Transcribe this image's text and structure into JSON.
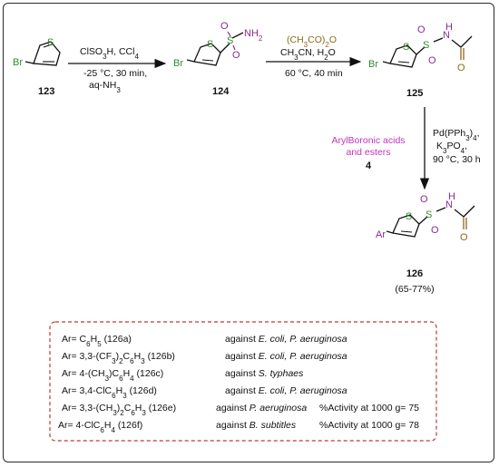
{
  "colors": {
    "bromine": "#2e8b2e",
    "sulfur": "#2e8b2e",
    "purple": "#8a2c8a",
    "oxygen_group": "#8b6a14",
    "magenta": "#c033c0",
    "border_dash": "#c0392b"
  },
  "compounds": {
    "c123": {
      "number": "123",
      "br": "Br",
      "s": "S"
    },
    "c124": {
      "number": "124",
      "br": "Br",
      "s": "S",
      "so2nh2": "NH"
    },
    "c125": {
      "number": "125",
      "br": "Br",
      "s": "S",
      "nh": "N",
      "h": "H",
      "o": "O"
    },
    "c126": {
      "number": "126",
      "ar": "Ar",
      "s": "S",
      "nh": "N",
      "h": "H",
      "o": "O",
      "yield": "(65-77%)"
    }
  },
  "step1": {
    "line1": "ClSO",
    "line2": "-25 °C, 30 min,",
    "line3": "aq-NH"
  },
  "step2": {
    "line1": "(CH",
    "line2": "CH",
    "line3": "60 °C, 40 min"
  },
  "step3": {
    "reagent_line1": "ArylBoronic acids",
    "reagent_line2": "and esters",
    "reagent_number": "4",
    "cond_line1": "Pd(PPh",
    "cond_line2": "K",
    "cond_line3": "90 °C, 30 h"
  },
  "table": {
    "rows": [
      {
        "ar": "Ar= C",
        "code": "(126a)",
        "activity": "against ",
        "org": "E. coli, P. aeruginosa",
        "pct": ""
      },
      {
        "ar": "Ar= 3,3-(CF",
        "code": "(126b)",
        "activity": "against ",
        "org": "E. coli, P. aeruginosa",
        "pct": ""
      },
      {
        "ar": "Ar= 4-(CH",
        "code": "(126c)",
        "activity": "against ",
        "org": "S. typhaes",
        "pct": ""
      },
      {
        "ar": "Ar= 3,4-ClC",
        "code": "(126d)",
        "activity": "against ",
        "org": "E. coli, P. aeruginosa",
        "pct": ""
      },
      {
        "ar": "Ar= 3,3-(CH",
        "code": "(126e)",
        "activity": "against ",
        "org": "P. aeruginosa",
        "pct": "%Activity at 1000 g=  75"
      },
      {
        "ar": "Ar= 4-ClC",
        "code": "(126f)",
        "activity": "against ",
        "org": "B. subtitles",
        "pct": "%Activity at 1000 g=  78"
      }
    ]
  }
}
